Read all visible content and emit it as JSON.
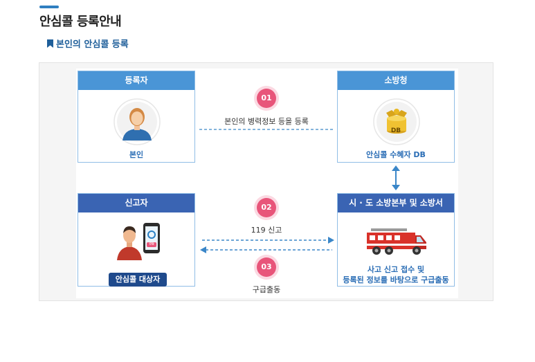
{
  "page": {
    "title": "안심콜 등록안내",
    "subtitle": "본인의 안심콜 등록"
  },
  "diagram": {
    "registrant": {
      "header": "등록자",
      "caption": "본인"
    },
    "fire_agency": {
      "header": "소방청",
      "caption": "안심콜 수혜자 DB",
      "db_label": "DB"
    },
    "reporter": {
      "header": "신고자",
      "button": "안심콜 대상자",
      "phone_label": "안심"
    },
    "fire_station": {
      "header": "시 · 도 소방본부 및 소방서",
      "caption_line1": "사고 신고 접수 및",
      "caption_line2": "등록된 정보를 바탕으로 구급출동"
    },
    "steps": [
      {
        "number": "01",
        "label": "본인의 병력정보 등을 등록"
      },
      {
        "number": "02",
        "label": "119 신고"
      },
      {
        "number": "03",
        "label": "구급출동"
      }
    ]
  },
  "colors": {
    "header_light": "#4a95d6",
    "header_dark": "#3a64b3",
    "badge": "#e8557a",
    "arrow": "#3a86c8"
  }
}
